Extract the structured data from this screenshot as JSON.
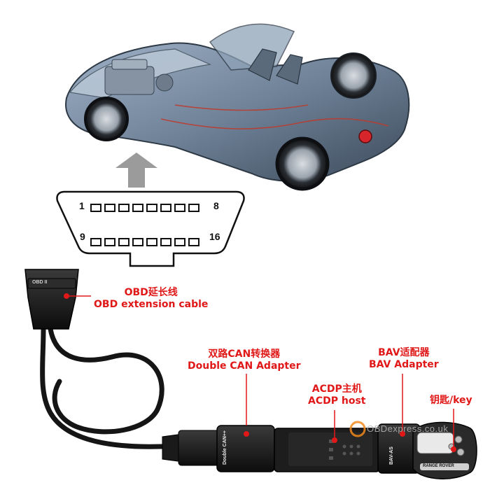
{
  "obd_port": {
    "pin_first_top": "1",
    "pin_last_top": "8",
    "pin_first_bottom": "9",
    "pin_last_bottom": "16"
  },
  "labels": {
    "obd_cable_cn": "OBD延长线",
    "obd_cable_en": "OBD extension cable",
    "can_adapter_cn": "双路CAN转换器",
    "can_adapter_en": "Double CAN Adapter",
    "bav_adapter_cn": "BAV适配器",
    "bav_adapter_en": "BAV Adapter",
    "acdp_cn": "ACDP主机",
    "acdp_en": "ACDP host",
    "key": "钥匙/key"
  },
  "device_marks": {
    "obd_plug_text": "OBD II",
    "can_adapter_text": "Double CAN++",
    "bav_text": "BAV-AS",
    "key_brand": "RANGE ROVER"
  },
  "watermark": {
    "text": "OBDexpress.co.uk"
  },
  "colors": {
    "label": "#e01818",
    "dot": "#e01818",
    "watermark_orange": "#f28a1c",
    "watermark_gray": "#b8b8b8"
  }
}
